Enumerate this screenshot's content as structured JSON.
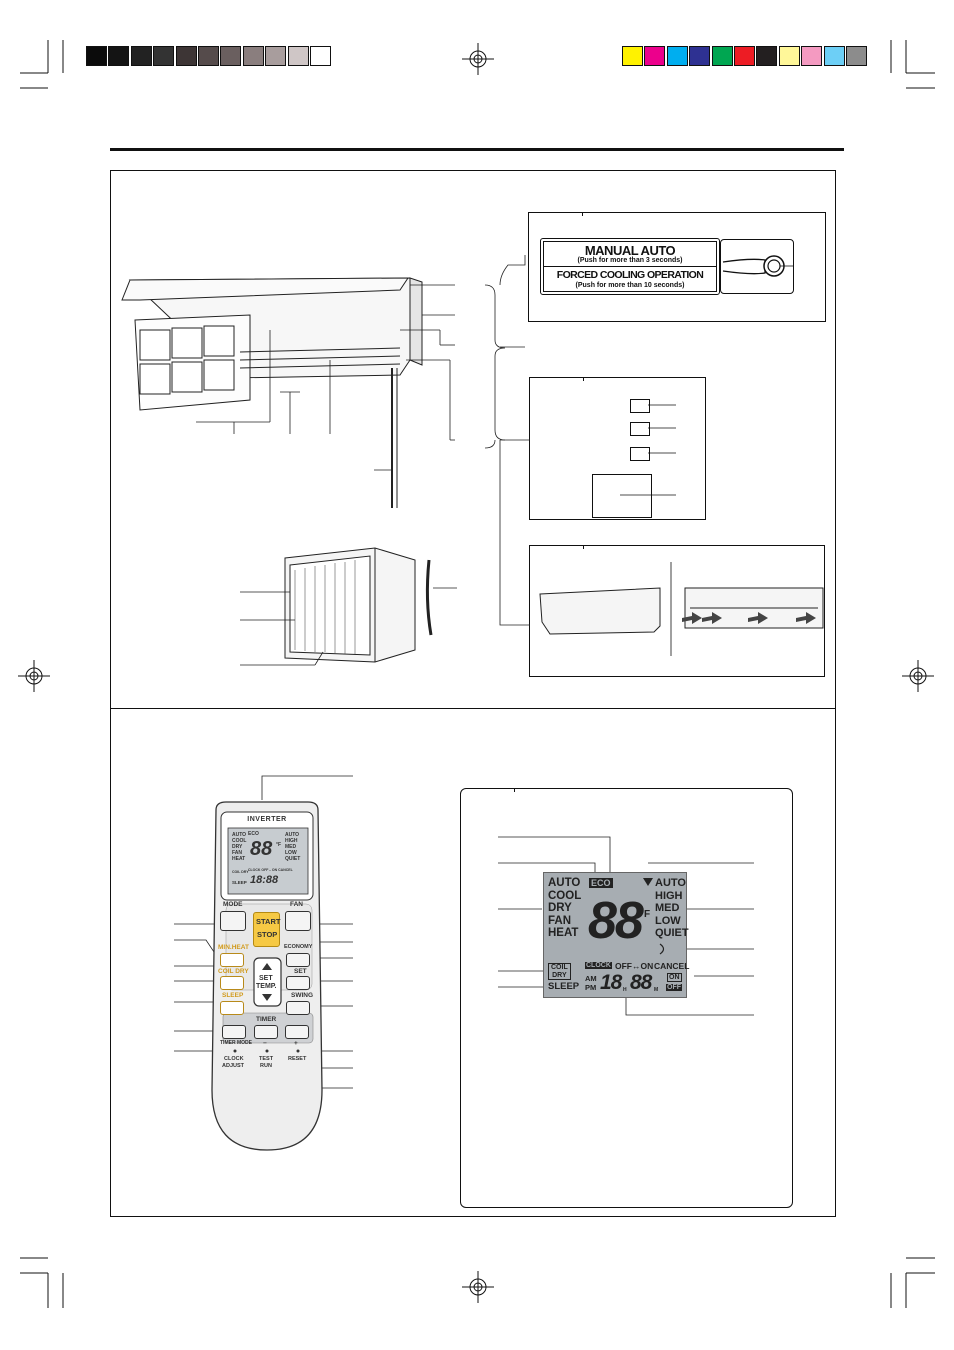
{
  "colors": {
    "gray_swatches": [
      "#0b0b0b",
      "#141414",
      "#222222",
      "#333333",
      "#3d3535",
      "#554b4b",
      "#6a5f5f",
      "#8a7e7e",
      "#a89d9d",
      "#cfc6c6",
      "#ffffff"
    ],
    "color_swatches": [
      "#fff200",
      "#ec008c",
      "#00aeef",
      "#2e3192",
      "#00a651",
      "#ed1c24",
      "#231f20",
      "#fff799",
      "#f49ac1",
      "#6dcff6",
      "#8c8c8c"
    ],
    "lcd_bg": "#a7adb2",
    "remote_yellow": "#f6c944"
  },
  "manual_panel": {
    "title": "MANUAL AUTO",
    "sub1": "(Push for more than 3 seconds)",
    "forced": "FORCED COOLING OPERATION",
    "sub2": "(Push for more than 10 seconds)"
  },
  "remote": {
    "brand": "INVERTER",
    "mode": "MODE",
    "start": "START",
    "stop": "STOP",
    "fan": "FAN",
    "min_heat": "MIN.HEAT",
    "economy": "ECONOMY",
    "coil_dry": "COIL DRY",
    "set_btn": "SET",
    "sleep": "SLEEP",
    "swing": "SWING",
    "set_temp1": "SET",
    "set_temp2": "TEMP.",
    "timer": "TIMER",
    "timer_mode": "TIMER MODE",
    "minus": "−",
    "plus": "+",
    "clock1": "CLOCK",
    "clock2": "ADJUST",
    "test1": "TEST",
    "test2": "RUN",
    "reset": "RESET",
    "mini_lcd_left": [
      "AUTO",
      "COOL",
      "DRY",
      "FAN",
      "HEAT"
    ],
    "mini_lcd_right": [
      "AUTO",
      "HIGH",
      "MED",
      "LOW",
      "QUIET"
    ],
    "mini_eco": "ECO",
    "mini_digits": "88",
    "mini_unit": "°F",
    "mini_coil": "COIL DRY",
    "mini_sleep": "SLEEP",
    "mini_timer": "18:88",
    "mini_clock": "CLOCK OFF↔ON CANCEL"
  },
  "lcd": {
    "modes": [
      "AUTO",
      "COOL",
      "DRY",
      "FAN",
      "HEAT"
    ],
    "fans": [
      "AUTO",
      "HIGH",
      "MED",
      "LOW",
      "QUIET"
    ],
    "eco": "ECO",
    "digits": "88",
    "unit": "°F",
    "coil1": "COIL",
    "coil2": "DRY",
    "sleep": "SLEEP",
    "clock": "CLOCK",
    "off_on": "OFF↔ON",
    "cancel": "CANCEL",
    "am": "AM",
    "pm": "PM",
    "hour": "18",
    "h": "H",
    "minute": "88",
    "m": "M",
    "on": "ON",
    "off": "OFF"
  }
}
